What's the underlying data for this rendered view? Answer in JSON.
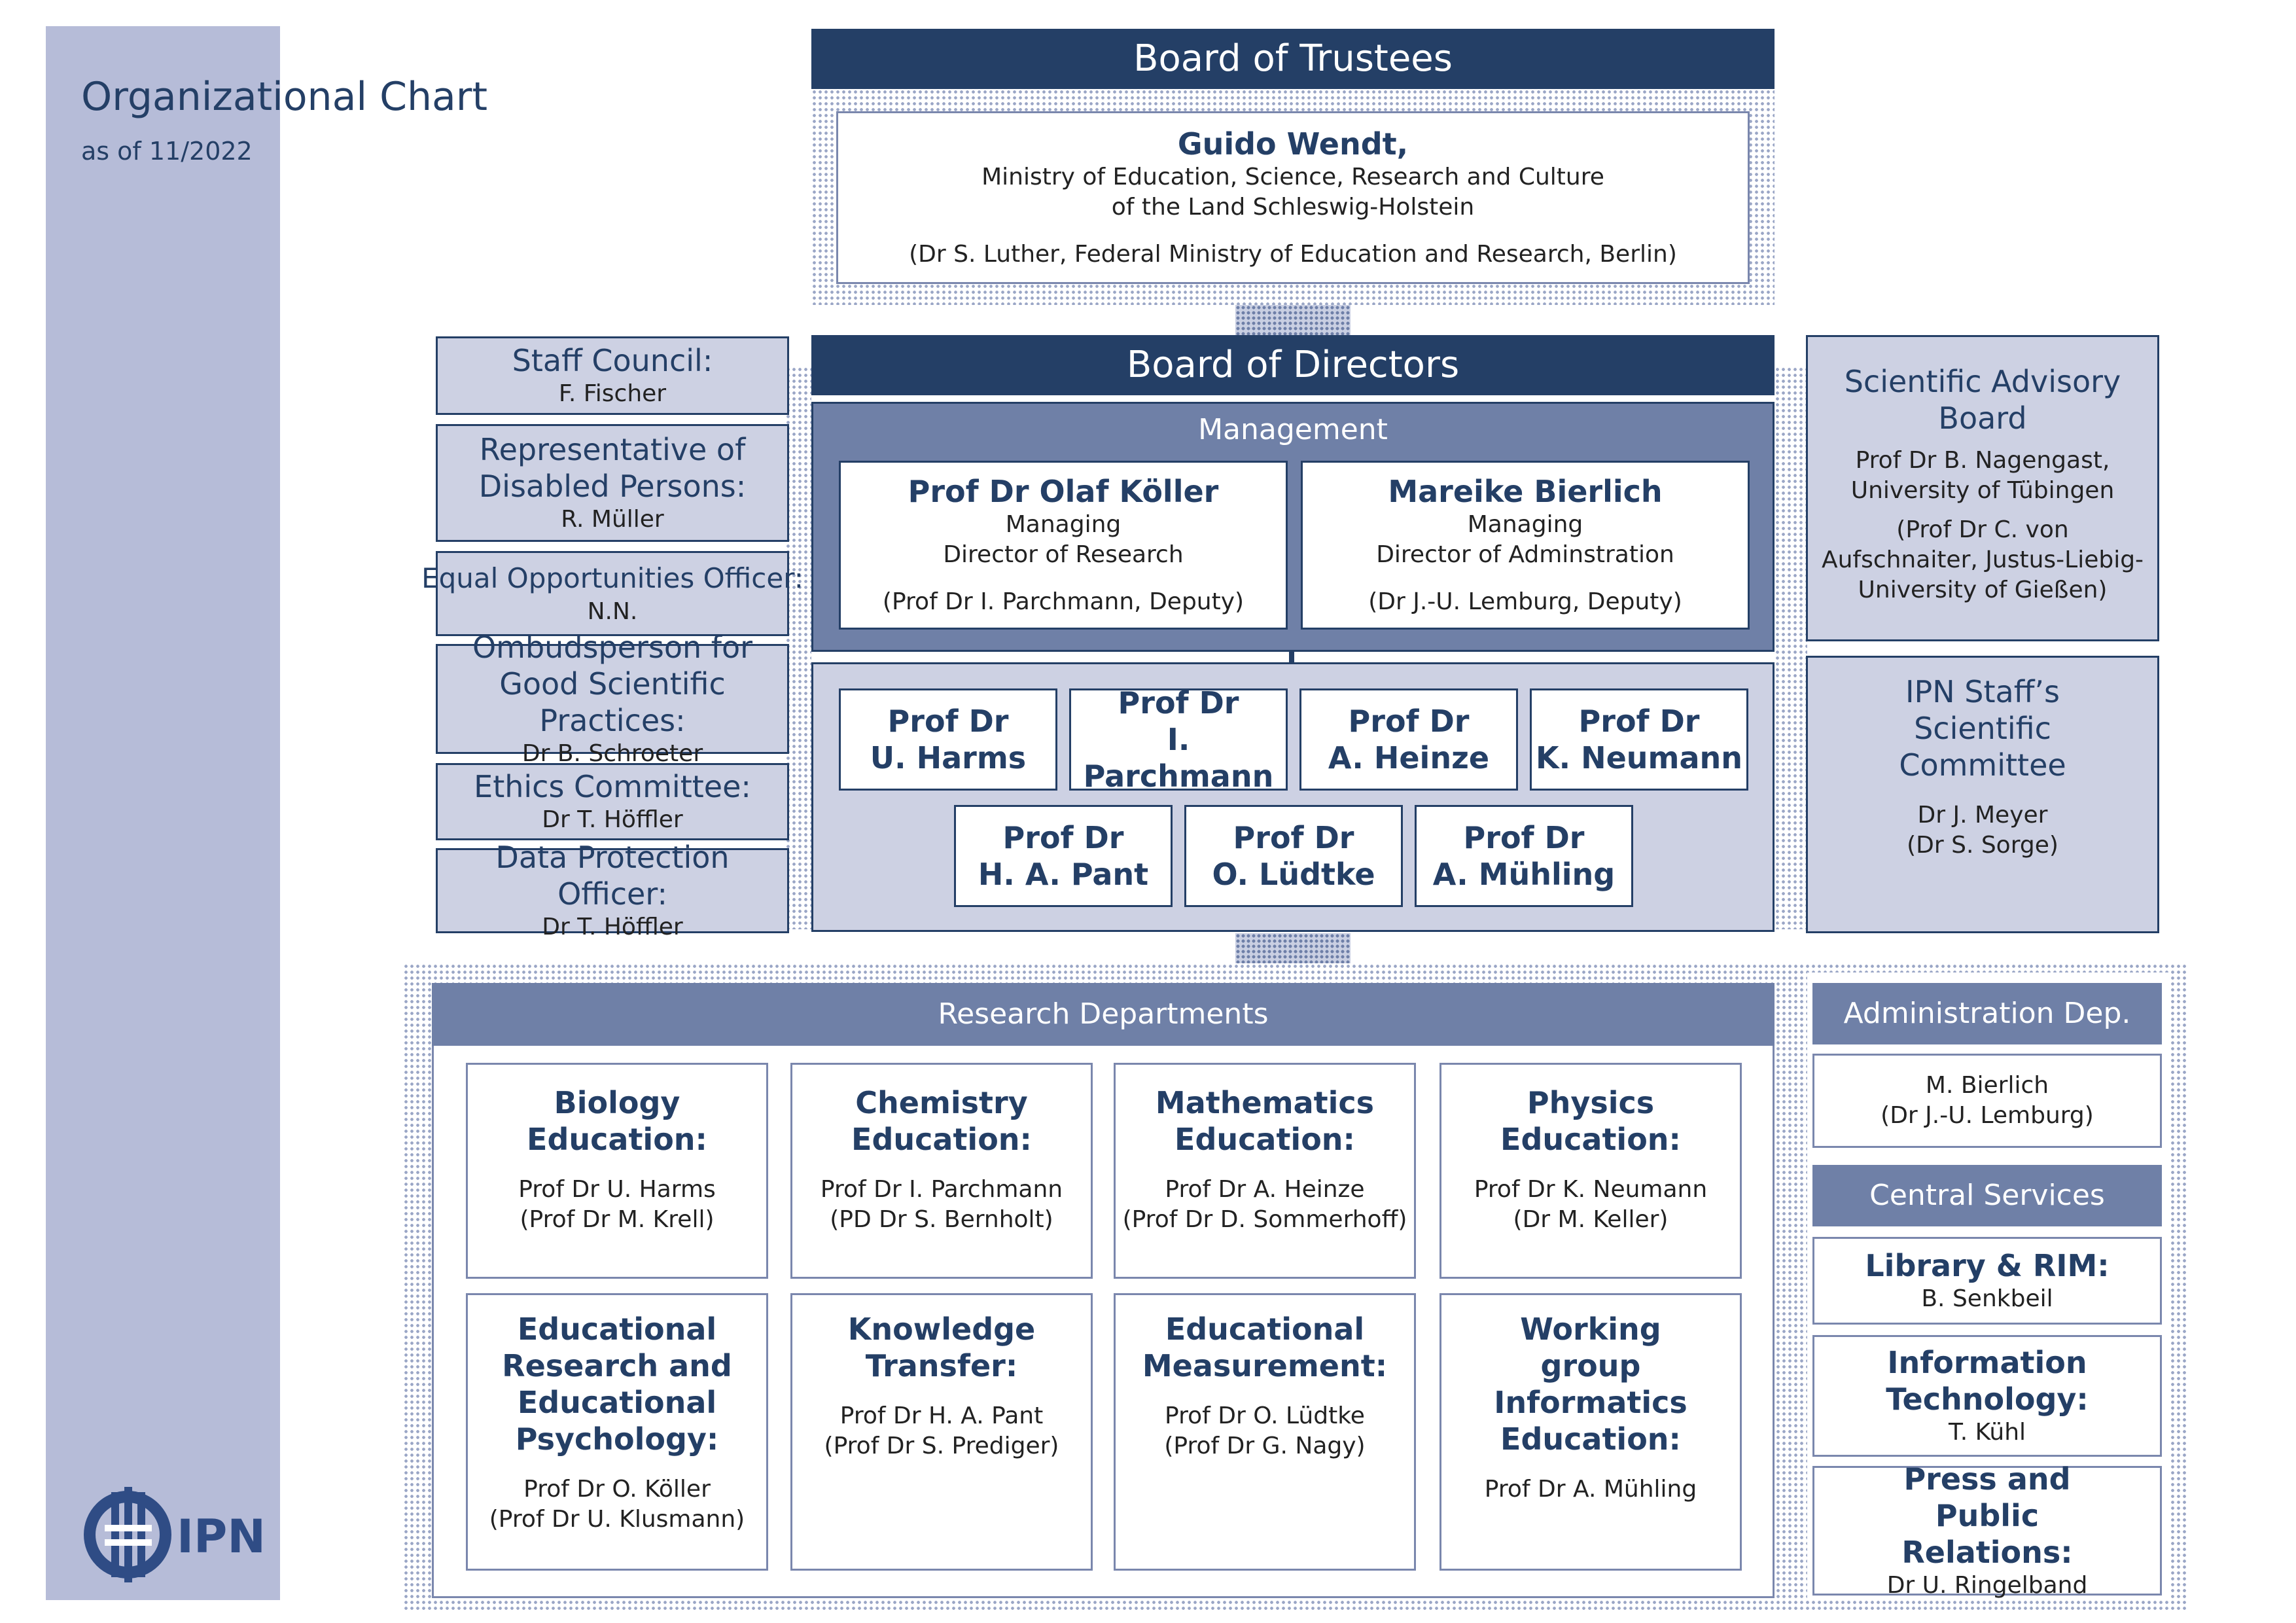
{
  "header": {
    "title": "Organizational Chart",
    "date": "as of 11/2022"
  },
  "logo": {
    "text": "IPN"
  },
  "trustees": {
    "title": "Board of Trustees",
    "name": "Guido Wendt,",
    "line1": "Ministry of Education, Science, Research and Culture",
    "line2": "of the Land Schleswig-Holstein",
    "deputy": "(Dr S. Luther, Federal Ministry of Education and Research, Berlin)"
  },
  "directors": {
    "title": "Board of Directors",
    "management_label": "Management",
    "managers": [
      {
        "name": "Prof Dr Olaf Köller",
        "role1": "Managing",
        "role2": "Director of Research",
        "deputy": "(Prof Dr I. Parchmann, Deputy)"
      },
      {
        "name": "Mareike Bierlich",
        "role1": "Managing",
        "role2": "Director of Adminstration",
        "deputy": "(Dr J.-U. Lemburg, Deputy)"
      }
    ],
    "members": [
      {
        "line1": "Prof Dr",
        "line2": "U. Harms"
      },
      {
        "line1": "Prof Dr",
        "line2": "I. Parchmann"
      },
      {
        "line1": "Prof Dr",
        "line2": "A. Heinze"
      },
      {
        "line1": "Prof Dr",
        "line2": "K. Neumann"
      },
      {
        "line1": "Prof Dr",
        "line2": "H.  A. Pant"
      },
      {
        "line1": "Prof Dr",
        "line2": "O. Lüdtke"
      },
      {
        "line1": "Prof Dr",
        "line2": "A. Mühling"
      }
    ]
  },
  "left_panels": [
    {
      "title": "Staff Council:",
      "person": "F. Fischer"
    },
    {
      "title": "Representative of Disabled Persons:",
      "person": "R. Müller"
    },
    {
      "title": "Equal Opportunities Officer:",
      "person": "N.N."
    },
    {
      "title": "Ombudsperson for Good Scientific Practices:",
      "person": "Dr B. Schroeter"
    },
    {
      "title": "Ethics Committee:",
      "person": "Dr T. Höffler"
    },
    {
      "title": "Data Protection Officer:",
      "person": "Dr T. Höffler"
    }
  ],
  "advisory": {
    "title": "Scientific Advisory Board",
    "line1": "Prof Dr B. Nagengast,",
    "line2": "University of Tübingen",
    "deputy": "(Prof Dr C. von Aufschnaiter, Justus-Liebig-University of Gießen)"
  },
  "staff_committee": {
    "title": "IPN Staff’s Scientific Committee",
    "line1": "Dr J. Meyer",
    "line2": "(Dr S. Sorge)"
  },
  "research": {
    "title": "Research Departments",
    "departments": [
      {
        "name": "Biology Education:",
        "head": "Prof Dr U. Harms",
        "deputy": "(Prof Dr M. Krell)"
      },
      {
        "name": "Chemistry Education:",
        "head": "Prof Dr I. Parchmann",
        "deputy": "(PD Dr S. Bernholt)"
      },
      {
        "name": "Mathematics Education:",
        "head": "Prof Dr A. Heinze",
        "deputy": "(Prof Dr D. Sommerhoff)"
      },
      {
        "name": "Physics Education:",
        "head": "Prof Dr K. Neumann",
        "deputy": "(Dr M. Keller)"
      },
      {
        "name": "Educational Research and Educational Psychology:",
        "head": "Prof Dr O. Köller",
        "deputy": "(Prof Dr U. Klusmann)"
      },
      {
        "name": "Knowledge Transfer:",
        "head": "Prof Dr H.  A. Pant",
        "deputy": "(Prof Dr S. Prediger)"
      },
      {
        "name": "Educational Measurement:",
        "head": "Prof Dr O. Lüdtke",
        "deputy": "(Prof Dr G. Nagy)"
      },
      {
        "name": "Working group Informatics Education:",
        "head": "Prof Dr A. Mühling",
        "deputy": ""
      }
    ]
  },
  "administration": {
    "title": "Administration Dep.",
    "line1": "M. Bierlich",
    "line2": "(Dr J.-U. Lemburg)"
  },
  "central": {
    "title": "Central Services",
    "units": [
      {
        "name": "Library & RIM:",
        "person": "B. Senkbeil"
      },
      {
        "name": "Information Technology:",
        "person": "T. Kühl"
      },
      {
        "name": "Press and Public Relations:",
        "person": "Dr U. Ringelband"
      }
    ]
  }
}
